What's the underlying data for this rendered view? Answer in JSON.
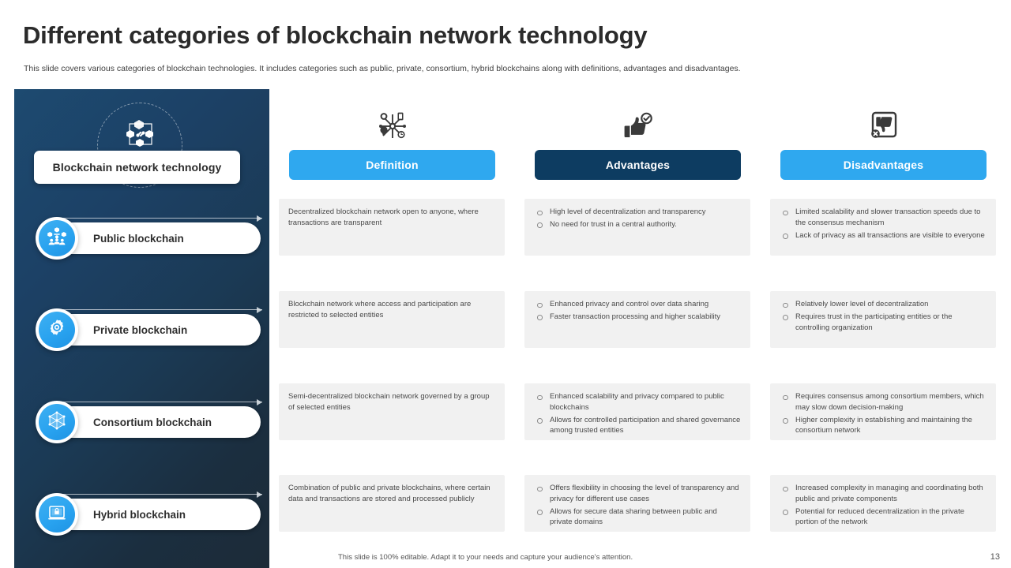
{
  "slide": {
    "title": "Different categories of blockchain network technology",
    "subtitle": "This slide covers various categories of blockchain technologies. It includes categories such as public, private, consortium, hybrid blockchains along with definitions, advantages and disadvantages.",
    "footer_note": "This slide is 100% editable. Adapt it to your needs and capture your audience's attention.",
    "page_number": "13"
  },
  "colors": {
    "accent_blue": "#2fa8ef",
    "dark_navy": "#0d3c61",
    "panel_gradient_start": "#1d4a70",
    "panel_gradient_end": "#1c2b38",
    "cell_background": "#f1f1f1"
  },
  "sidebar": {
    "hero_icon": "blockchain-network-icon",
    "title": "Blockchain network technology",
    "items": [
      {
        "label": "Public blockchain",
        "icon": "public-network-people-icon"
      },
      {
        "label": "Private blockchain",
        "icon": "gear-lock-icon"
      },
      {
        "label": "Consortium blockchain",
        "icon": "polyhedron-network-icon"
      },
      {
        "label": "Hybrid blockchain",
        "icon": "laptop-lock-icon"
      }
    ]
  },
  "columns": [
    {
      "label": "Definition",
      "icon": "hub-spoke-network-icon",
      "style": "accent"
    },
    {
      "label": "Advantages",
      "icon": "thumbs-up-check-icon",
      "style": "navy"
    },
    {
      "label": "Disadvantages",
      "icon": "thumbs-down-cross-icon",
      "style": "accent"
    }
  ],
  "rows": [
    {
      "category": "Public blockchain",
      "definition": "Decentralized blockchain network open to anyone, where transactions are transparent",
      "advantages": [
        "High level of decentralization and transparency",
        "No need for trust in a central authority."
      ],
      "disadvantages": [
        "Limited scalability and slower transaction speeds due to the consensus mechanism",
        "Lack of privacy as all transactions are visible to everyone"
      ]
    },
    {
      "category": "Private blockchain",
      "definition": "Blockchain network where access and participation are restricted to selected entities",
      "advantages": [
        "Enhanced privacy and control over data sharing",
        "Faster transaction processing and higher scalability"
      ],
      "disadvantages": [
        "Relatively lower level of decentralization",
        "Requires trust in the participating entities or the controlling organization"
      ]
    },
    {
      "category": "Consortium blockchain",
      "definition": "Semi-decentralized blockchain network governed by a group of selected entities",
      "advantages": [
        "Enhanced scalability and privacy compared to public blockchains",
        "Allows for controlled participation and shared governance among trusted entities"
      ],
      "disadvantages": [
        "Requires consensus among consortium members, which may slow down decision-making",
        "Higher complexity in establishing and maintaining the consortium network"
      ]
    },
    {
      "category": "Hybrid blockchain",
      "definition": "Combination  of public and private blockchains, where certain data and transactions are stored and processed publicly",
      "advantages": [
        "Offers flexibility in choosing the level of transparency and privacy for different use cases",
        "Allows for secure data sharing between public and private domains"
      ],
      "disadvantages": [
        "Increased complexity in managing and coordinating both public and private components",
        "Potential  for reduced decentralization in the private portion of the network"
      ]
    }
  ]
}
